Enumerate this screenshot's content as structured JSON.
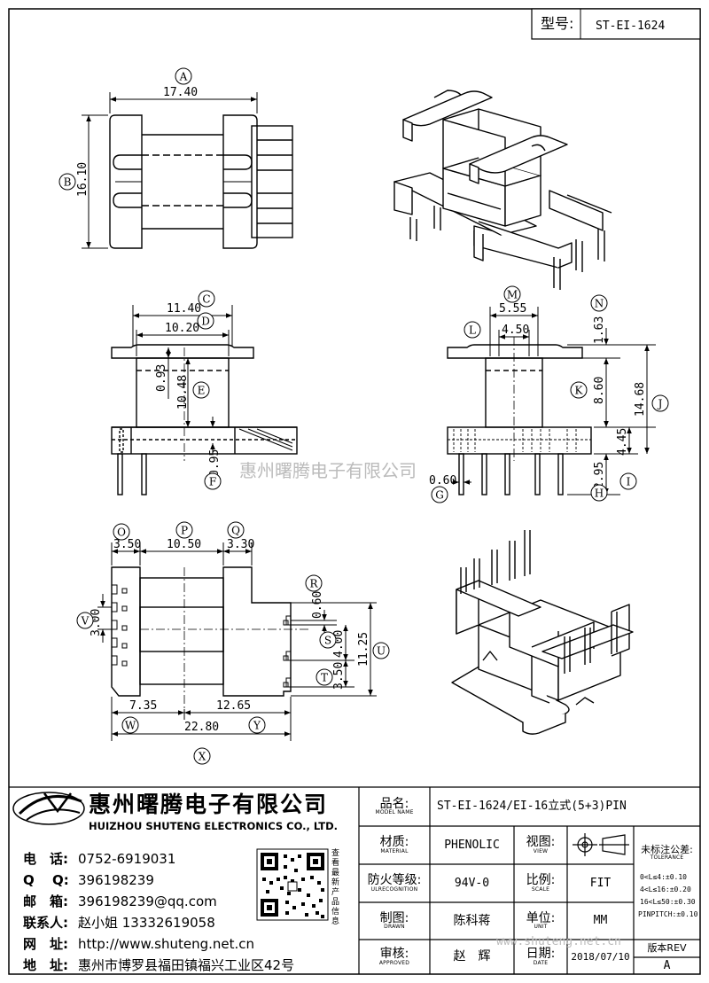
{
  "header": {
    "model_label": "型号:",
    "model_value": "ST-EI-1624"
  },
  "watermark": "惠州曙腾电子有限公司",
  "watermark_url": "www.shuteng.net.cn",
  "views": {
    "top": {
      "dims": {
        "A": "17.40",
        "B": "16.10"
      }
    },
    "front": {
      "dims": {
        "C": "11.40",
        "D": "10.20",
        "E": "10.48",
        "d093": "0.93",
        "F": "0.95"
      }
    },
    "side": {
      "dims": {
        "M": "5.55",
        "L": "4.50",
        "N": "1.63",
        "K": "8.60",
        "J": "14.68",
        "I": "4.45",
        "H": "2.95",
        "G": "0.60"
      }
    },
    "bottom": {
      "dims": {
        "O": "3.50",
        "P": "10.50",
        "Q": "3.30",
        "V": "3.00",
        "R": "0.60",
        "S": "4.00",
        "T": "3.50",
        "U": "11.25",
        "W": "7.35",
        "Y": "12.65",
        "X": "22.80"
      }
    }
  },
  "letters": [
    "A",
    "B",
    "C",
    "D",
    "E",
    "F",
    "G",
    "H",
    "I",
    "J",
    "K",
    "L",
    "M",
    "N",
    "O",
    "P",
    "Q",
    "R",
    "S",
    "T",
    "U",
    "V",
    "W",
    "X",
    "Y"
  ],
  "company": {
    "name_cn": "惠州曙腾电子有限公司",
    "name_en": "HUIZHOU SHUTENG ELECTRONICS CO., LTD."
  },
  "contacts": [
    {
      "key": "电　话:",
      "value": "0752-6919031"
    },
    {
      "key": "Q　 Q:",
      "value": "396198239"
    },
    {
      "key": "邮　箱:",
      "value": "396198239@qq.com"
    },
    {
      "key": "联系人:",
      "value": "赵小姐 13332619058"
    },
    {
      "key": "网　址:",
      "value": "http://www.shuteng.net.cn"
    },
    {
      "key": "地　址:",
      "value": "惠州市博罗县福田镇福兴工业区42号"
    }
  ],
  "qr_caption": "查看最新产品信息",
  "title_block": {
    "model_name": {
      "cn": "品名:",
      "en": "MODEL NAME",
      "value": "ST-EI-1624/EI-16立式(5+3)PIN"
    },
    "material": {
      "cn": "材质:",
      "en": "MATERIAL",
      "value": "PHENOLIC"
    },
    "view": {
      "cn": "视图:",
      "en": "VIEW"
    },
    "tolerance": {
      "cn": "未标注公差:",
      "en": "TOLERANCE",
      "lines": [
        "0<L≤4:±0.10",
        "4<L≤16:±0.20",
        "16<L≤50:±0.30",
        "PINPITCH:±0.10"
      ]
    },
    "flame": {
      "cn": "防火等级:",
      "en": "ULRECOGNITION",
      "value": "94V-0"
    },
    "scale": {
      "cn": "比例:",
      "en": "SCALE",
      "value": "FIT"
    },
    "drawn": {
      "cn": "制图:",
      "en": "DRAWN",
      "value": "陈科蒋"
    },
    "unit": {
      "cn": "单位:",
      "en": "UNIT",
      "value": "MM"
    },
    "approved": {
      "cn": "审核:",
      "en": "APPROVED",
      "value": "赵　辉"
    },
    "date": {
      "cn": "日期:",
      "en": "DATE",
      "value": "2018/07/10"
    },
    "rev": {
      "label": "版本REV",
      "value": "A"
    }
  }
}
